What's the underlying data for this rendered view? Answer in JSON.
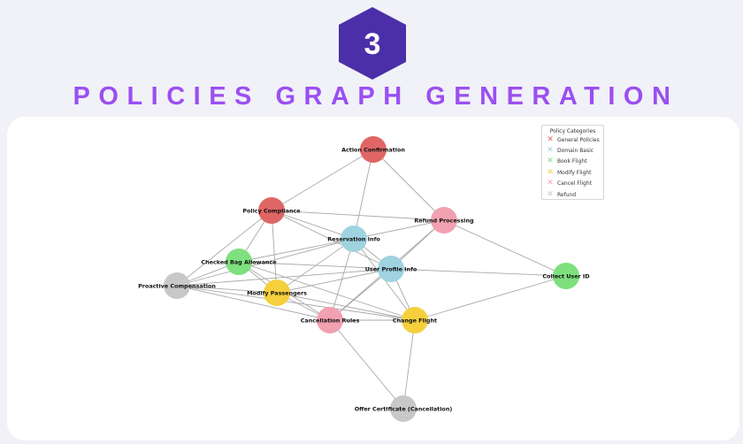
{
  "header": {
    "step_number": "3",
    "title": "POLICIES GRAPH GENERATION",
    "badge_color": "#4b2fa8",
    "title_color": "#9b4ff0"
  },
  "legend": {
    "title": "Policy Categories",
    "items": [
      {
        "label": "General Policies",
        "color": "#e06666"
      },
      {
        "label": "Domain Basic",
        "color": "#9fd3e0"
      },
      {
        "label": "Book Flight",
        "color": "#7ee07e"
      },
      {
        "label": "Modify Flight",
        "color": "#f5d03c"
      },
      {
        "label": "Cancel Flight",
        "color": "#f2a1b0"
      },
      {
        "label": "Refund",
        "color": "#c8c8c8"
      }
    ]
  },
  "graph": {
    "nodes": [
      {
        "id": "action_confirmation",
        "label": "Action Confirmation",
        "category": "General Policies"
      },
      {
        "id": "policy_compliance",
        "label": "Policy Compliance",
        "category": "General Policies"
      },
      {
        "id": "refund_processing",
        "label": "Refund Processing",
        "category": "Cancel Flight"
      },
      {
        "id": "reservation_info",
        "label": "Reservation Info",
        "category": "Domain Basic"
      },
      {
        "id": "checked_bag_allowance",
        "label": "Checked Bag Allowance",
        "category": "Book Flight"
      },
      {
        "id": "user_profile_info",
        "label": "User Profile Info",
        "category": "Domain Basic"
      },
      {
        "id": "collect_user_id",
        "label": "Collect User ID",
        "category": "Book Flight"
      },
      {
        "id": "proactive_compensation",
        "label": "Proactive Compensation",
        "category": "Refund"
      },
      {
        "id": "modify_passengers",
        "label": "Modify Passengers",
        "category": "Modify Flight"
      },
      {
        "id": "cancellation_rules",
        "label": "Cancellation Rules",
        "category": "Cancel Flight"
      },
      {
        "id": "change_flight",
        "label": "Change Flight",
        "category": "Modify Flight"
      },
      {
        "id": "offer_certificate",
        "label": "Offer Certificate (Cancellation)",
        "category": "Refund"
      }
    ],
    "edges": [
      [
        "action_confirmation",
        "policy_compliance"
      ],
      [
        "action_confirmation",
        "reservation_info"
      ],
      [
        "action_confirmation",
        "refund_processing"
      ],
      [
        "policy_compliance",
        "refund_processing"
      ],
      [
        "policy_compliance",
        "reservation_info"
      ],
      [
        "policy_compliance",
        "checked_bag_allowance"
      ],
      [
        "policy_compliance",
        "proactive_compensation"
      ],
      [
        "policy_compliance",
        "modify_passengers"
      ],
      [
        "policy_compliance",
        "user_profile_info"
      ],
      [
        "refund_processing",
        "reservation_info"
      ],
      [
        "refund_processing",
        "user_profile_info"
      ],
      [
        "refund_processing",
        "collect_user_id"
      ],
      [
        "refund_processing",
        "cancellation_rules"
      ],
      [
        "reservation_info",
        "checked_bag_allowance"
      ],
      [
        "reservation_info",
        "user_profile_info"
      ],
      [
        "reservation_info",
        "modify_passengers"
      ],
      [
        "reservation_info",
        "cancellation_rules"
      ],
      [
        "reservation_info",
        "change_flight"
      ],
      [
        "reservation_info",
        "proactive_compensation"
      ],
      [
        "user_profile_info",
        "collect_user_id"
      ],
      [
        "user_profile_info",
        "checked_bag_allowance"
      ],
      [
        "user_profile_info",
        "modify_passengers"
      ],
      [
        "user_profile_info",
        "cancellation_rules"
      ],
      [
        "user_profile_info",
        "change_flight"
      ],
      [
        "user_profile_info",
        "proactive_compensation"
      ],
      [
        "checked_bag_allowance",
        "proactive_compensation"
      ],
      [
        "checked_bag_allowance",
        "modify_passengers"
      ],
      [
        "checked_bag_allowance",
        "cancellation_rules"
      ],
      [
        "checked_bag_allowance",
        "change_flight"
      ],
      [
        "proactive_compensation",
        "modify_passengers"
      ],
      [
        "proactive_compensation",
        "cancellation_rules"
      ],
      [
        "proactive_compensation",
        "change_flight"
      ],
      [
        "modify_passengers",
        "cancellation_rules"
      ],
      [
        "modify_passengers",
        "change_flight"
      ],
      [
        "cancellation_rules",
        "change_flight"
      ],
      [
        "cancellation_rules",
        "offer_certificate"
      ],
      [
        "change_flight",
        "offer_certificate"
      ],
      [
        "change_flight",
        "collect_user_id"
      ]
    ]
  }
}
